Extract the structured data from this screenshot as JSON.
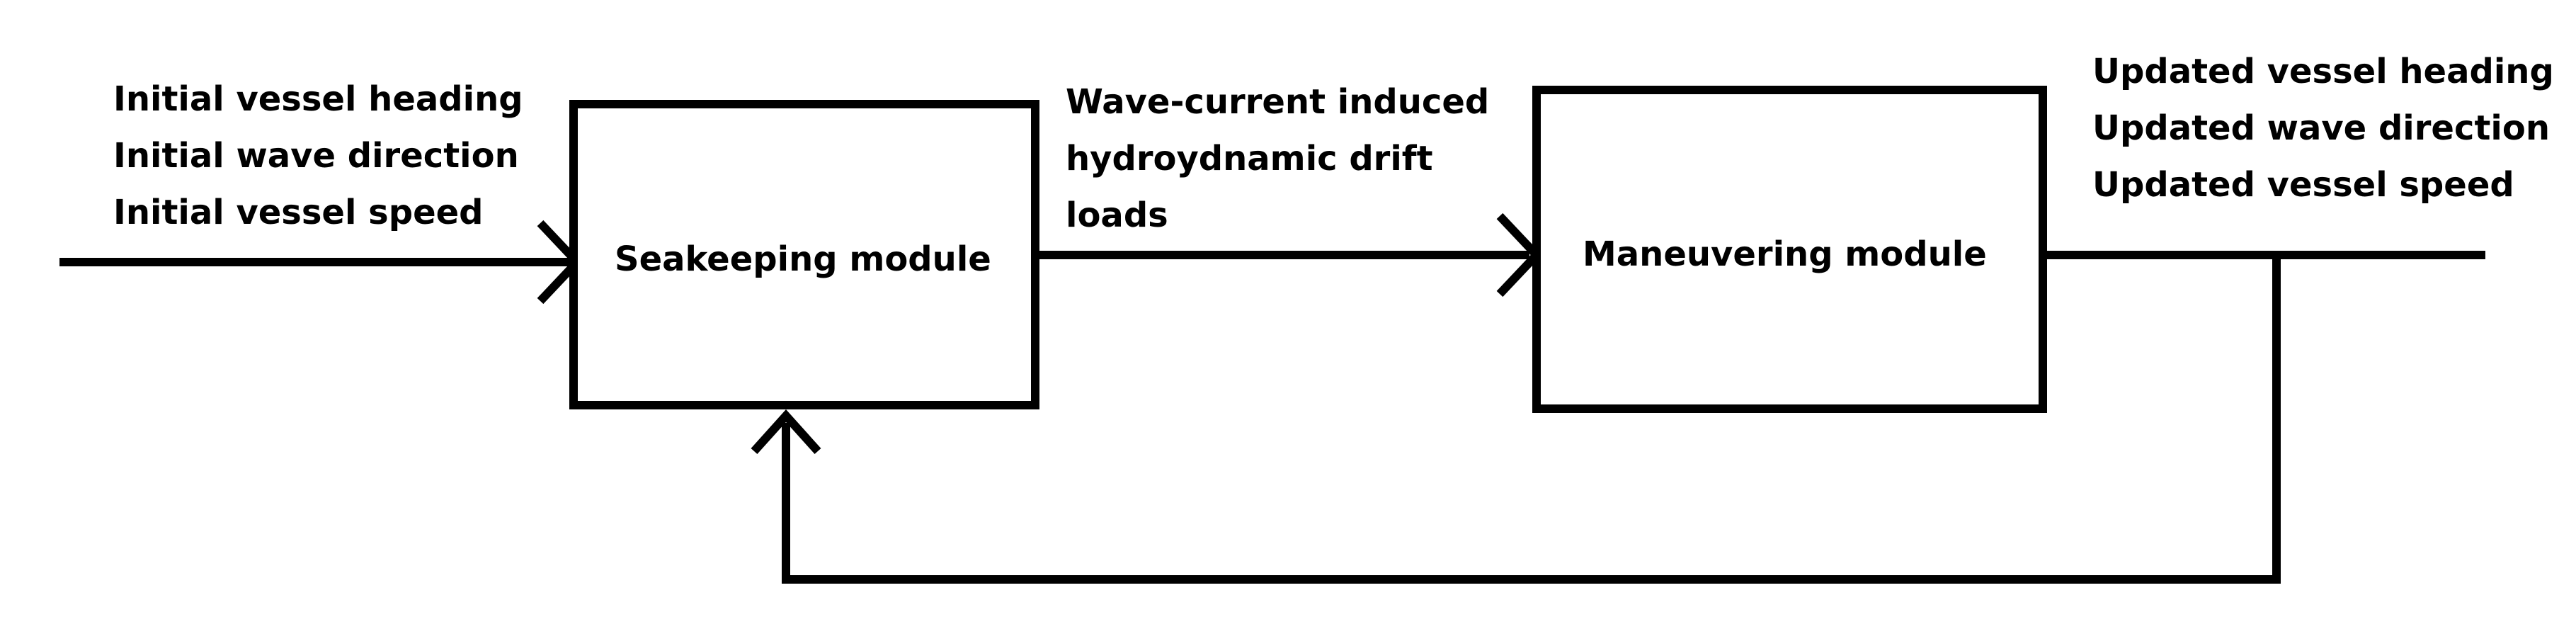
{
  "diagram": {
    "inputs": {
      "line1": "Initial vessel heading",
      "line2": "Initial wave direction",
      "line3": "Initial vessel speed"
    },
    "seakeeping": {
      "label": "Seakeeping module"
    },
    "loads": {
      "line1": "Wave-current induced",
      "line2": "hydroydnamic drift",
      "line3": "loads"
    },
    "maneuvering": {
      "label": "Maneuvering module"
    },
    "outputs": {
      "line1": "Updated vessel heading",
      "line2": "Updated wave direction",
      "line3": "Updated vessel speed"
    }
  }
}
